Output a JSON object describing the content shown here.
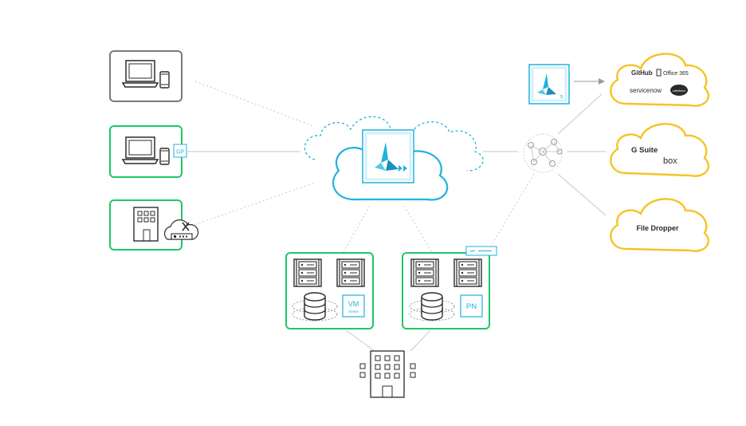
{
  "colors": {
    "cyan": "#1fb2dd",
    "green": "#1ec765",
    "grey_border": "#7a7a7a",
    "yellow": "#f6c324",
    "line": "#c8c8c8",
    "icon": "#2b2b2b"
  },
  "icons": {
    "prisma_access": "prisma-access-logo-icon",
    "saas_security": "saas-security-logo-icon",
    "laptop": "laptop-icon",
    "phone": "phone-icon",
    "branch": "building-icon",
    "server_rack": "server-rack-icon",
    "database": "database-icon",
    "hub": "network-hub-icon"
  },
  "badges": {
    "gp": "GP",
    "vm_line1": "VM",
    "vm_line2": "Series",
    "pn": "PN"
  },
  "saas": {
    "cloud1": [
      "GitHub",
      "Office 365",
      "servicenow",
      "salesforce"
    ],
    "cloud2": [
      "G Suite",
      "box"
    ],
    "cloud3": [
      "File Dropper"
    ]
  }
}
